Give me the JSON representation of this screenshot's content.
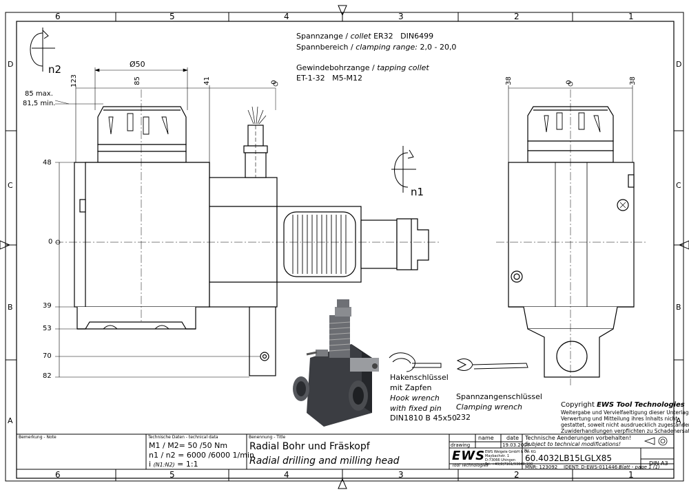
{
  "border": {
    "cols_top": [
      "6",
      "5",
      "4",
      "3",
      "2",
      "1"
    ],
    "cols_bottom": [
      "6",
      "5",
      "4",
      "3",
      "2",
      "1"
    ],
    "rows_left": [
      "D",
      "C",
      "B",
      "A"
    ],
    "rows_right": [
      "D",
      "C",
      "B",
      "A"
    ]
  },
  "notes": {
    "collet_de": "Spannzange /",
    "collet_en": "collet",
    "collet_spec": "ER32   DIN6499",
    "range_de": "Spannbereich /",
    "range_en": "clamping range:",
    "range_val": "2,0 - 20,0",
    "tap_de": "Gewindebohrzange /",
    "tap_en": "tapping collet",
    "tap_spec": "ET-1-32   M5-M12"
  },
  "rotation": {
    "n1": "n1",
    "n2": "n2"
  },
  "dimensions": {
    "d50": "Ø50",
    "v123": "123",
    "v85": "85",
    "v41": "41",
    "v0_top": "0",
    "v85max": "85 max.",
    "v815min": "81,5 min.",
    "h48": "48",
    "h0": "0",
    "h39": "39",
    "h53": "53",
    "h70": "70",
    "h82": "82",
    "r38_left": "38",
    "r0": "0",
    "r38_right": "38"
  },
  "wrench": {
    "hook_de1": "Hakenschlüssel",
    "hook_de2": "mit Zapfen",
    "hook_en1": "Hook wrench",
    "hook_en2": "with fixed pin",
    "hook_spec": "DIN1810 B 45x50",
    "clamp_de": "Spannzangenschlüssel",
    "clamp_en": "Clamping wrench",
    "clamp_spec": "232"
  },
  "copyright": {
    "line1_pre": "Copyright",
    "line1_brand": "EWS Tool Technologies",
    "l2": "Weitergabe und Vervielfaeltigung dieser Unterlage,",
    "l3": "Verwertung und Mitteilung ihres Inhalts nicht",
    "l4": "gestattet, soweit nicht ausdruecklich zugestanden.",
    "l5": "Zuwiderhandlungen verpflichten zu Schadenersatz."
  },
  "titleblock": {
    "remark_label": "Bemerkung - Note",
    "techdata_label": "Technische Daten - technical data",
    "m_line": "M1 / M2= 50 /50  Nm",
    "n_line": "n1 / n2 = 6000 /6000  1/min",
    "i_pre": "i",
    "i_sub": "(N1:N2)",
    "i_val": "= 1:1",
    "name_label": "Benennung - Title",
    "title_de": "Radial Bohr und Fräskopf",
    "title_en": "Radial drilling and milling head",
    "col_name": "name",
    "col_date": "date",
    "row_drawing": "drawing",
    "drawing_date": "19.03.2007",
    "logo": "EWS",
    "logo_sub": "Tool Technologies",
    "company1": "EWS Weigele GmbH & Co. KG",
    "company2": "Maybachstr. 1",
    "company3": "D-73066 Uhingen",
    "company4": "Tel. +49(0)7161/93040-100",
    "changes_de": "Technische Aenderungen vorbehalten!",
    "changes_en": "Subject to technical modifications!",
    "nr_label": "Nr.",
    "part_number": "60.4032LB15LGLX85",
    "mnr": "MNR: 123092",
    "ident": "IDENT: D-EWS-011446  -",
    "sheet": "Blatt - page  1 (1)",
    "format": "DIN A3"
  }
}
